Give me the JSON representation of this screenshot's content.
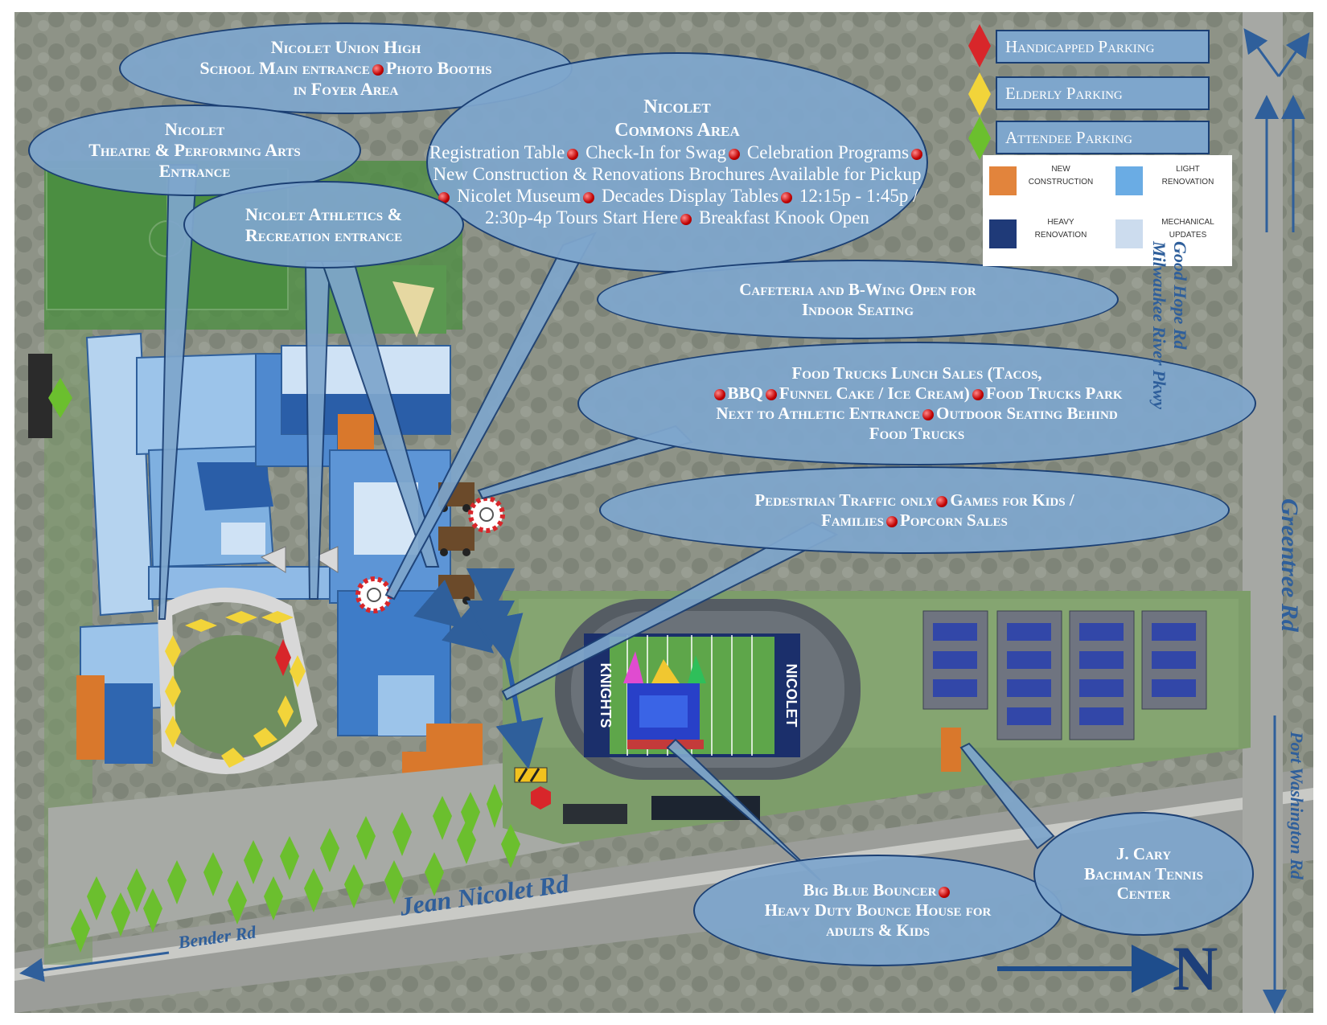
{
  "callouts": {
    "main_entrance": {
      "line1": "Nicolet Union High",
      "line2a": "School Main entrance",
      "line2b": "Photo Booths",
      "line3": "in Foyer Area"
    },
    "theatre": {
      "line1": "Nicolet",
      "line2": "Theatre & Performing Arts",
      "line3": "Entrance"
    },
    "commons": {
      "title1": "Nicolet",
      "title2": "Commons Area",
      "items": [
        "Registration Table",
        "Check-In for Swag",
        "Celebration Programs",
        "New Construction & Renovations Brochures Available for Pickup",
        "Nicolet Museum",
        "Decades Display Tables",
        "12:15p - 1:45p / 2:30p-4p  Tours Start Here",
        "Breakfast Knook Open"
      ]
    },
    "athletics": {
      "line1": "Nicolet Athletics &",
      "line2": "Recreation entrance"
    },
    "cafeteria": {
      "line1": "Cafeteria and B-Wing Open for",
      "line2": "Indoor Seating"
    },
    "food_trucks": {
      "line1": "Food Trucks Lunch Sales (Tacos,",
      "line2a": "BBQ",
      "line2b": "Funnel Cake / Ice Cream)",
      "line2c": "Food Trucks Park",
      "line3a": "Next to Athletic Entrance",
      "line3b": "Outdoor Seating Behind",
      "line4": "Food Trucks"
    },
    "pedestrian": {
      "line1a": "Pedestrian Traffic only",
      "line1b": "Games for Kids /",
      "line2a": "Families",
      "line2b": "Popcorn Sales"
    },
    "bouncer": {
      "line1": "Big Blue Bouncer",
      "line2": "Heavy Duty Bounce House for",
      "line3": "adults & Kids"
    },
    "tennis": {
      "line1": "J. Cary",
      "line2": "Bachman Tennis",
      "line3": "Center"
    }
  },
  "legend": {
    "parking": [
      "Handicapped Parking",
      "Elderly Parking",
      "Attendee Parking"
    ],
    "key": [
      {
        "l1": "New",
        "l2": "Construction"
      },
      {
        "l1": "Light",
        "l2": "Renovation"
      },
      {
        "l1": "Heavy",
        "l2": "Renovation"
      },
      {
        "l1": "Mechanical",
        "l2": "Updates"
      }
    ]
  },
  "roads": {
    "good_hope_1": "Good Hope Rd",
    "good_hope_2": "Milwaukee River Pkwy",
    "greentree": "Greentree Rd",
    "port_washington": "Port Washington Rd",
    "jean_nicolet": "Jean Nicolet Rd",
    "bender": "Bender Rd"
  },
  "compass": {
    "north": "N"
  },
  "colors": {
    "callout_fill": "#7ea6cc",
    "callout_border": "#1b3f73",
    "handicapped": "#d8262a",
    "elderly": "#f2d43a",
    "attendee": "#6bbf2e",
    "new_construction": "#e2843c",
    "light_renovation": "#6aace4",
    "heavy_renovation": "#1f3a78",
    "mechanical_updates": "#ccdcee"
  }
}
